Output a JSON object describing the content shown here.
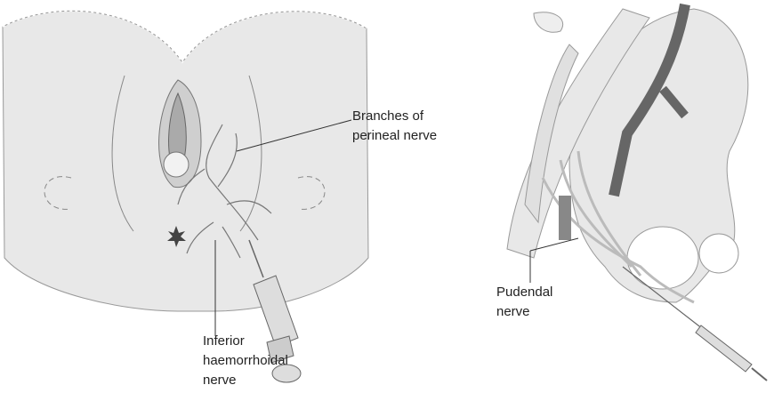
{
  "labels": {
    "perineal_line1": "Branches of",
    "perineal_line2": "perineal nerve",
    "haemorrhoidal_line1": "Inferior",
    "haemorrhoidal_line2": "haemorrhoidal",
    "haemorrhoidal_line3": "nerve",
    "pudendal_line1": "Pudendal",
    "pudendal_line2": "nerve"
  }
}
